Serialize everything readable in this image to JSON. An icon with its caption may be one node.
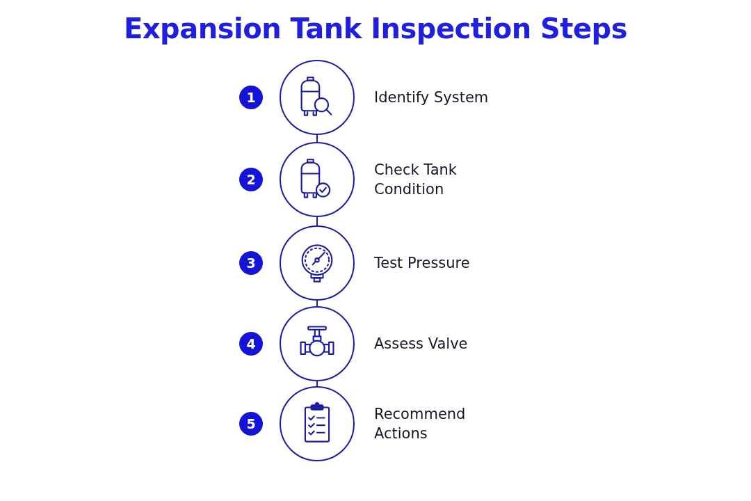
{
  "diagram": {
    "title": "Expansion Tank Inspection Steps",
    "nodes": [
      {
        "text": [],
        "shape": "circle",
        "beside": [
          "1",
          "Identify System"
        ]
      },
      {
        "text": [],
        "shape": "circle",
        "beside": [
          "2",
          "Check Tank Condition"
        ]
      },
      {
        "text": [],
        "shape": "circle",
        "beside": [
          "3",
          "Test Pressure"
        ]
      },
      {
        "text": [],
        "shape": "circle",
        "beside": [
          "4",
          "Assess Valve"
        ]
      },
      {
        "text": [],
        "shape": "circle",
        "beside": [
          "5",
          "Recommend Actions"
        ]
      }
    ],
    "edges": [
      {
        "from": 0,
        "to": 1,
        "arrow": "none"
      },
      {
        "from": 1,
        "to": 2,
        "arrow": "none"
      },
      {
        "from": 2,
        "to": 3,
        "arrow": "none"
      },
      {
        "from": 3,
        "to": 4,
        "arrow": "none"
      }
    ]
  }
}
